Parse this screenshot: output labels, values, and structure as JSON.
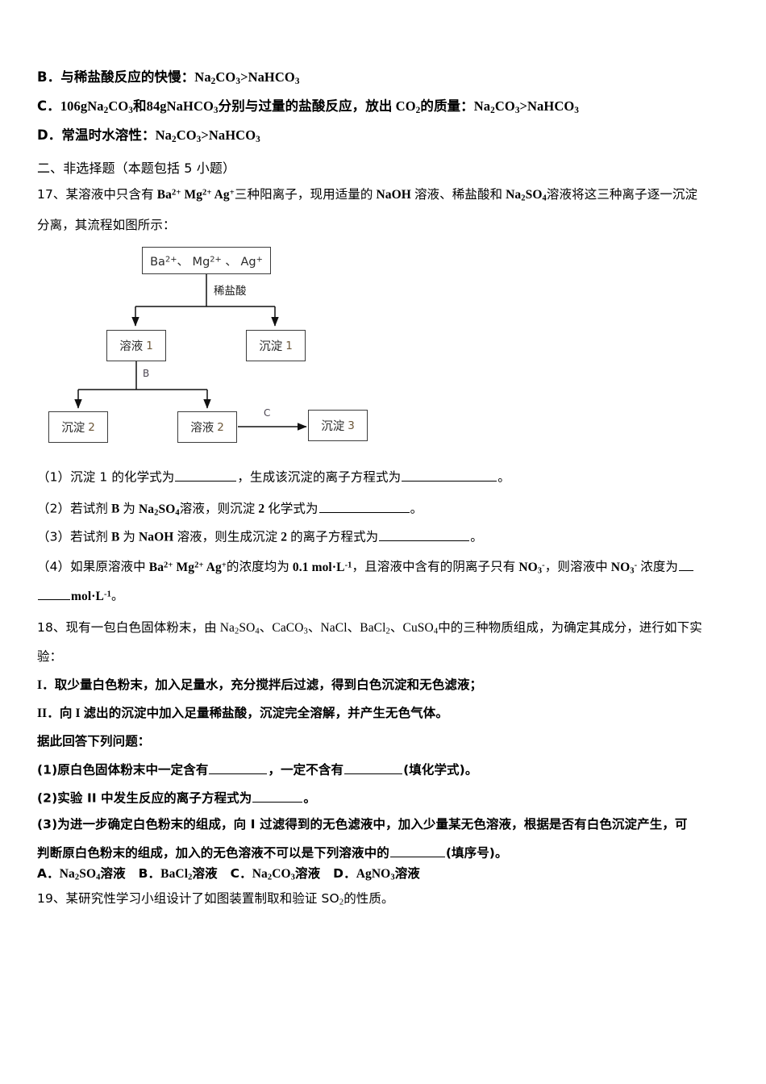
{
  "document": {
    "type": "chemistry-exam-paper",
    "language": "zh-CN"
  },
  "choices_continued": {
    "option_b": {
      "letter": "B",
      "text_before": "与稀盐酸反应的快慢：",
      "formula": "Na2CO3>NaHCO3"
    },
    "option_c": {
      "letter": "C",
      "text": "106gNa2CO3和84gNaHCO3分别与过量的盐酸反应，放出 CO2的质量：Na2CO3>NaHCO3"
    },
    "option_d": {
      "letter": "D",
      "text": "常温时水溶性：Na2CO3>NaHCO3"
    }
  },
  "section_two": {
    "heading": "二、非选择题（本题包括 5 小题）"
  },
  "q17": {
    "number": "17、",
    "stem_line1": "某溶液中只含有 Ba2+ Mg2+ Ag+三种阳离子，现用适量的 NaOH 溶液、稀盐酸和 Na2SO4溶液将这三种离子逐一沉淀",
    "stem_line2": "分离，其流程如图所示：",
    "flowchart": {
      "boxes": [
        {
          "id": "ions",
          "label": "Ba2+、 Mg2+ 、 Ag+",
          "number": ""
        },
        {
          "id": "solution1",
          "label": "溶液",
          "number": "1"
        },
        {
          "id": "precipitate1",
          "label": "沉淀",
          "number": "1"
        },
        {
          "id": "precipitate2",
          "label": "沉淀",
          "number": "2"
        },
        {
          "id": "solution2",
          "label": "溶液",
          "number": "2"
        },
        {
          "id": "precipitate3",
          "label": "沉淀",
          "number": "3"
        }
      ],
      "edge_labels": [
        {
          "id": "reagent-hcl",
          "text": "稀盐酸"
        },
        {
          "id": "reagent-b",
          "text": "B"
        },
        {
          "id": "reagent-c",
          "text": "C"
        }
      ]
    },
    "sub1": "（1）沉淀 1 的化学式为",
    "sub1_mid": "，生成该沉淀的离子方程式为",
    "sub1_end": "。",
    "sub2_a": "（2）若试剂 B 为 Na2SO4溶液，则沉淀 2 化学式为",
    "sub2_end": "。",
    "sub3_a": "（3）若试剂 B 为 NaOH 溶液，则生成沉淀 2 的离子方程式为",
    "sub3_end": "。",
    "sub4_line1": "（4）如果原溶液中 Ba2+ Mg2+ Ag+的浓度均为 0.1 mol·L-1，且溶液中含有的阴离子只有 NO3-，则溶液中 NO3-浓度为",
    "sub4_line2_unit": "mol·L-1",
    "sub4_line2_end": "。"
  },
  "q18": {
    "number": "18、",
    "stem_line1": "现有一包白色固体粉末，由 Na2SO4、CaCO3、NaCl、BaCl2、CuSO4中的三种物质组成，为确定其成分，进行如下实",
    "stem_line2": "验：",
    "step1": "I．取少量白色粉末，加入足量水，充分搅拌后过滤，得到白色沉淀和无色滤液；",
    "step2": "II．向 I 滤出的沉淀中加入足量稀盐酸，沉淀完全溶解，并产生无色气体。",
    "prompt": "据此回答下列问题：",
    "sub1_a": "(1)原白色固体粉末中一定含有",
    "sub1_b": "，一定不含有",
    "sub1_c": "(填化学式)。",
    "sub2_a": "(2)实验 II 中发生反应的离子方程式为",
    "sub2_b": "。",
    "sub3_line1": "(3)为进一步确定白色粉末的组成，向 I 过滤得到的无色滤液中，加入少量某无色溶液，根据是否有白色沉淀产生，可",
    "sub3_line2_a": "判断原白色粉末的组成，加入的无色溶液不可以是下列溶液中的",
    "sub3_line2_b": "(填序号)。",
    "options": [
      {
        "letter": "A．",
        "formula": "Na2SO4",
        "tail": "溶液"
      },
      {
        "letter": "B．",
        "formula": "BaCl2",
        "tail": "溶液"
      },
      {
        "letter": "C．",
        "formula": "Na2CO3",
        "tail": "溶液"
      },
      {
        "letter": "D．",
        "formula": "AgNO3",
        "tail": "溶液"
      }
    ]
  },
  "q19": {
    "number": "19、",
    "text_a": "某研究性学习小组设计了如图装置制取和验证 SO",
    "sub": "2",
    "text_b": "的性质。"
  }
}
